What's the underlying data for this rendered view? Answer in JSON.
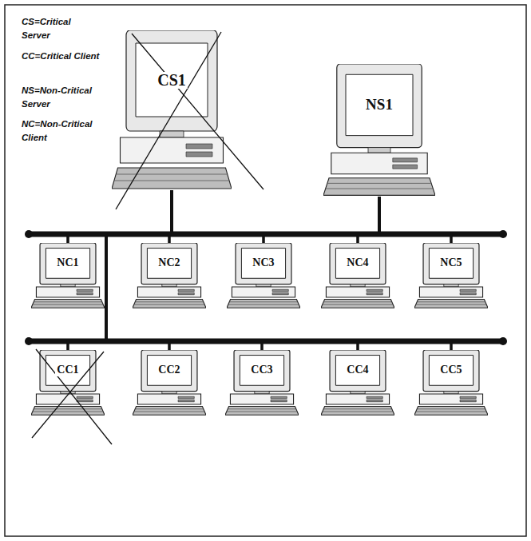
{
  "diagram": {
    "nodes": [
      {
        "text": [
          "CS1"
        ]
      },
      {
        "text": [
          "NS1"
        ]
      },
      {
        "text": [
          "NC1"
        ]
      },
      {
        "text": [
          "NC2"
        ]
      },
      {
        "text": [
          "NC3"
        ]
      },
      {
        "text": [
          "NC4"
        ]
      },
      {
        "text": [
          "NC5"
        ]
      },
      {
        "text": [
          "CC1"
        ]
      },
      {
        "text": [
          "CC2"
        ]
      },
      {
        "text": [
          "CC3"
        ]
      },
      {
        "text": [
          "CC4"
        ]
      },
      {
        "text": [
          "CC5"
        ]
      }
    ],
    "edges": [
      {
        "from": 0,
        "to": 1,
        "arrow": "none"
      },
      {
        "from": 0,
        "to": 2,
        "arrow": "none"
      },
      {
        "from": 0,
        "to": 3,
        "arrow": "none"
      },
      {
        "from": 0,
        "to": 4,
        "arrow": "none"
      },
      {
        "from": 0,
        "to": 5,
        "arrow": "none"
      },
      {
        "from": 0,
        "to": 6,
        "arrow": "none"
      },
      {
        "from": 0,
        "to": 7,
        "arrow": "none"
      },
      {
        "from": 0,
        "to": 8,
        "arrow": "none"
      },
      {
        "from": 0,
        "to": 9,
        "arrow": "none"
      },
      {
        "from": 0,
        "to": 10,
        "arrow": "none"
      },
      {
        "from": 0,
        "to": 11,
        "arrow": "none"
      },
      {
        "from": 1,
        "to": 2,
        "arrow": "none"
      },
      {
        "from": 1,
        "to": 3,
        "arrow": "none"
      },
      {
        "from": 1,
        "to": 4,
        "arrow": "none"
      },
      {
        "from": 1,
        "to": 5,
        "arrow": "none"
      },
      {
        "from": 1,
        "to": 6,
        "arrow": "none"
      },
      {
        "from": 1,
        "to": 7,
        "arrow": "none"
      },
      {
        "from": 1,
        "to": 8,
        "arrow": "none"
      },
      {
        "from": 1,
        "to": 9,
        "arrow": "none"
      },
      {
        "from": 1,
        "to": 10,
        "arrow": "none"
      },
      {
        "from": 1,
        "to": 11,
        "arrow": "none"
      }
    ],
    "labels": [
      "CS=Critical Server",
      "CC=Critical Client",
      "NS=Non-Critical Server",
      "NC=Non-Critical Client"
    ]
  }
}
